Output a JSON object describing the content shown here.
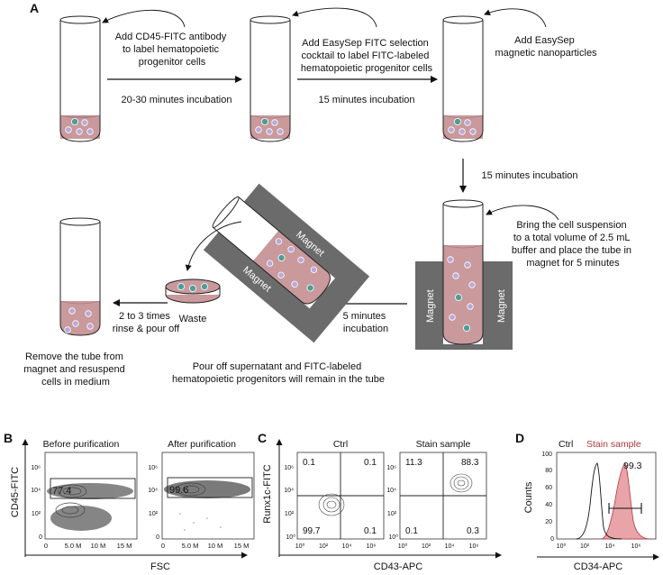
{
  "panels": {
    "a": "A",
    "b": "B",
    "c": "C",
    "d": "D"
  },
  "steps": {
    "s1": [
      "Add CD45-FITC antibody",
      "to label hematopoietic",
      "progenitor cells"
    ],
    "s2": [
      "Add EasySep FITC selection",
      "cocktail to label FITC-labeled",
      "hematopoietic progenitor cells"
    ],
    "s3": [
      "Add EasySep",
      "magnetic nanoparticles"
    ],
    "s4": [
      "Bring the cell suspension",
      "to a total volume of 2.5 mL",
      "buffer and place the tube in",
      "magnet for 5 minutes"
    ],
    "pour": [
      "Pour off supernatant and FITC-labeled",
      "hematopoietic progenitors will remain in the tube"
    ],
    "remove": [
      "Remove the tube from",
      "magnet and resuspend",
      "cells in medium"
    ]
  },
  "incubations": {
    "i1": "20-30 minutes incubation",
    "i2": "15 minutes incubation",
    "i3": "15 minutes incubation",
    "i4": [
      "5 minutes",
      "incubation"
    ]
  },
  "rinse": [
    "2 to 3 times",
    "rinse & pour off"
  ],
  "waste": "Waste",
  "magnet": "Magnet",
  "plots": {
    "b": {
      "ylabel": "CD45-FITC",
      "xlabel": "FSC",
      "titles": [
        "Before purification",
        "After purification"
      ],
      "values": [
        "77.4",
        "99.6"
      ],
      "yticks": [
        "10⁶",
        "10⁴",
        "10²",
        "0"
      ],
      "xticks": [
        "0",
        "5.0 M",
        "10 M",
        "15 M"
      ]
    },
    "c": {
      "ylabel": "Runx1c-FITC",
      "xlabel": "CD43-APC",
      "titles": [
        "Ctrl",
        "Stain sample"
      ],
      "quadrants": [
        [
          "0.1",
          "0.1",
          "99.7",
          "0.1"
        ],
        [
          "11.3",
          "88.3",
          "0.1",
          "0.3"
        ]
      ],
      "yticks": [
        "10⁶",
        "10⁴",
        "10²",
        "10⁰"
      ],
      "xticks": [
        "10⁰",
        "10²",
        "10⁴",
        "10⁶"
      ]
    },
    "d": {
      "ylabel": "Counts",
      "xlabel": "CD34-APC",
      "legend": [
        "Ctrl",
        "Stain sample"
      ],
      "value": "99.3",
      "yticks": [
        "100",
        "80",
        "60",
        "40",
        "20",
        "0"
      ],
      "xticks": [
        "10⁰",
        "10²",
        "10⁴",
        "10⁶"
      ]
    }
  },
  "colors": {
    "fluid": "#c9999c",
    "cell": "#b9a9d6",
    "cellSel": "#4f9c97",
    "magnet": "#6b6b6b",
    "stain": "#e8a4a8",
    "stainLine": "#b03a3e"
  }
}
